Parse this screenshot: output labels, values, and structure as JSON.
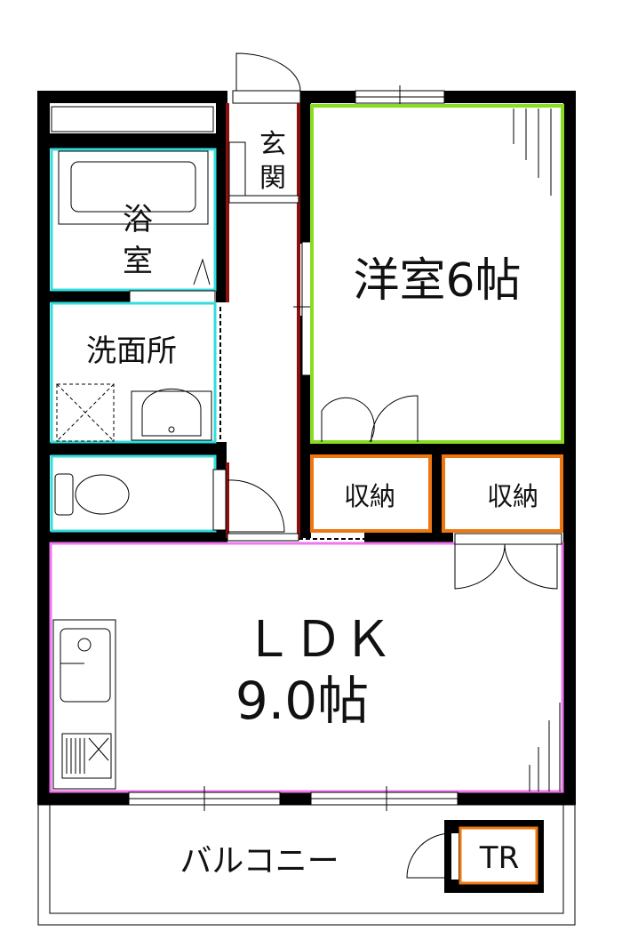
{
  "rooms": {
    "entrance": [
      "玄",
      "関"
    ],
    "bath": [
      "浴",
      "室"
    ],
    "washroom": "洗面所",
    "western_room": "洋室6帖",
    "storage_1": "収納",
    "storage_2": "収納",
    "ldk": "ＬＤＫ",
    "ldk_size": "9.0帖",
    "balcony": "バルコニー",
    "trunk_room": "TR"
  },
  "colors": {
    "wall": "#000000",
    "wet_area": "#33dddd",
    "western_room": "#88dd22",
    "storage": "#ee7711",
    "ldk": "#ee77ee",
    "entrance_wall": "#8b1010"
  }
}
